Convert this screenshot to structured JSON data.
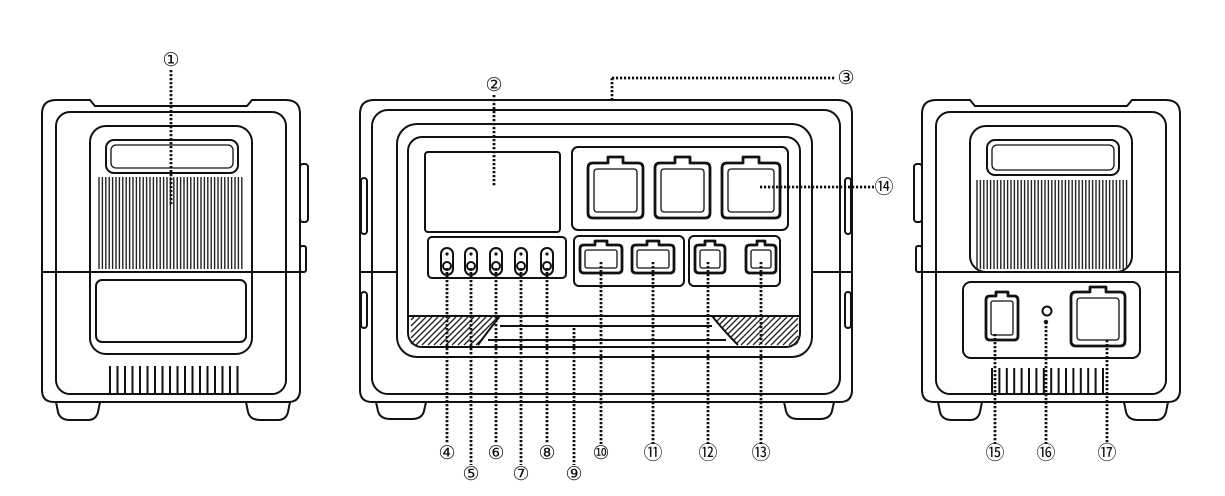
{
  "diagram": {
    "callouts": [
      "①",
      "②",
      "③",
      "④",
      "⑤",
      "⑥",
      "⑦",
      "⑧",
      "⑨",
      "⑩",
      "⑪",
      "⑫",
      "⑬",
      "⑭",
      "⑮",
      "⑯",
      "⑰"
    ]
  },
  "colors": {
    "line": "#111111",
    "background": "#ffffff"
  }
}
